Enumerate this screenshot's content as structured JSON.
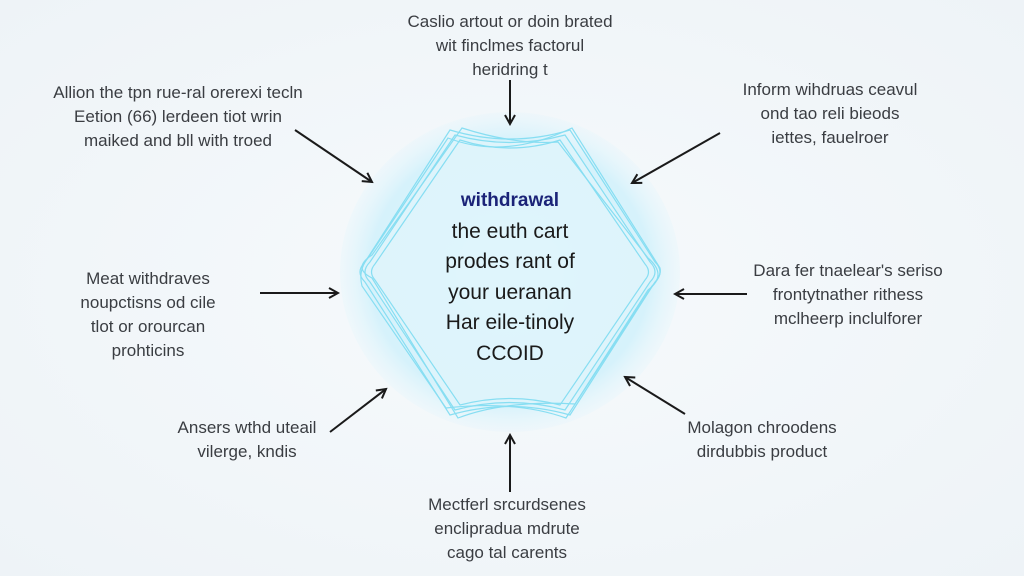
{
  "center": {
    "title": "withdrawal",
    "lines": [
      "the euth cart",
      "prodes rant of",
      "your ueranan",
      "Har eile-tinoly",
      "CCOID"
    ]
  },
  "nodes": {
    "top": [
      "Caslio artout or doin brated",
      "wit finclmes factorul",
      "heridring t"
    ],
    "upper_left": [
      "Allion the tpn rue-ral orerexi tecln",
      "Eetion (66) lerdeen tiot wrin",
      "maiked and bll with troed"
    ],
    "upper_right": [
      "Inform wihdruas ceavul",
      "ond tao reli bieods",
      "iettes, fauelroer"
    ],
    "left": [
      "Meat withdraves",
      "noupctisns od cile",
      "tlot or orourcan",
      "prohticins"
    ],
    "right": [
      "Dara fer tnaelear's seriso",
      "frontytnather rithess",
      "mclheerp inclulforer"
    ],
    "lower_left": [
      "Ansers wthd uteail",
      "vilerge, kndis"
    ],
    "lower_right": [
      "Molagon chroodens",
      "dirdubbis product"
    ],
    "bottom": [
      "Mectferl srcurdsenes",
      "enclipradua mdrute",
      "cago tal carents"
    ]
  },
  "colors": {
    "hex_stroke": "#7fdcf2",
    "hex_fill": "#d8f3fb",
    "title": "#1b2378",
    "arrow": "#1a1a1a"
  }
}
